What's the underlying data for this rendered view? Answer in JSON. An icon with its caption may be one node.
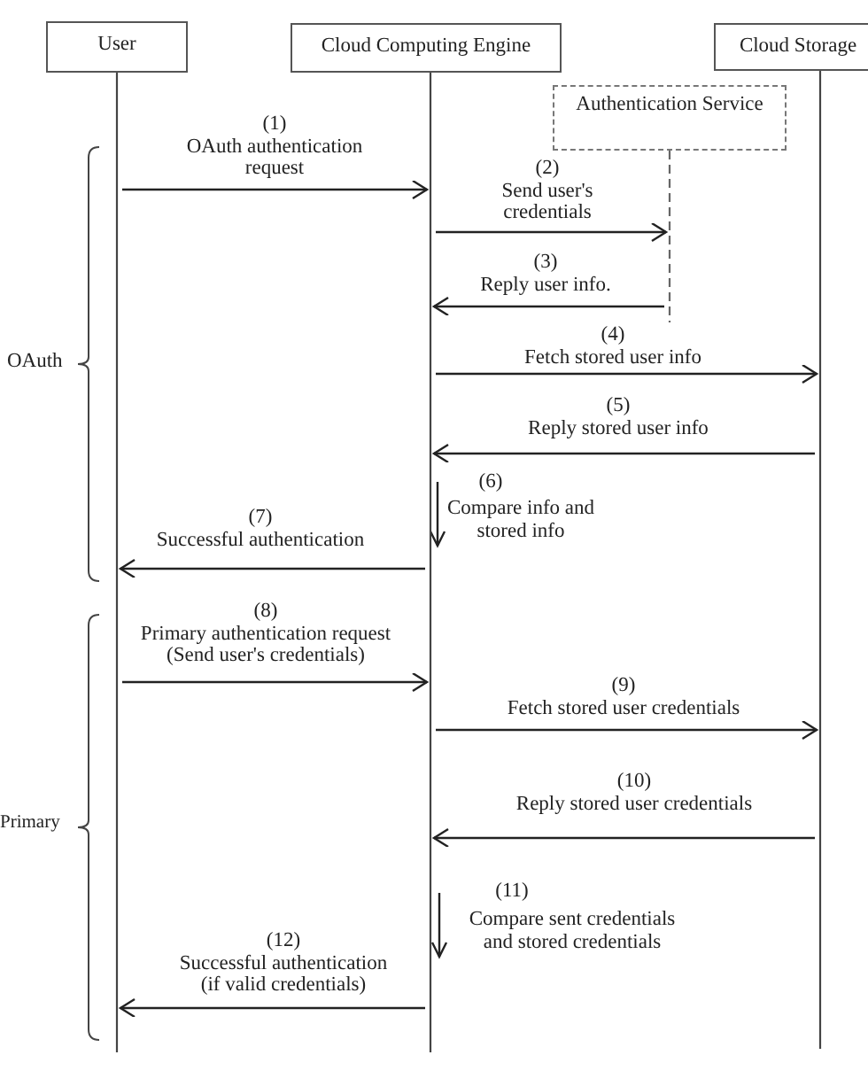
{
  "diagram": {
    "nodes": [
      {
        "text": [
          "User"
        ]
      },
      {
        "text": [
          "Cloud Computing Engine"
        ]
      },
      {
        "text": [
          "Cloud Storage"
        ]
      },
      {
        "text": [
          "Authentication Service"
        ]
      }
    ],
    "edges": [
      {
        "from": 0,
        "to": 1,
        "arrow": "to",
        "label": "(1) OAuth authentication request"
      },
      {
        "from": 1,
        "to": 3,
        "arrow": "to",
        "label": "(2) Send user's credentials"
      },
      {
        "from": 3,
        "to": 1,
        "arrow": "to",
        "label": "(3) Reply user info."
      },
      {
        "from": 1,
        "to": 2,
        "arrow": "to",
        "label": "(4) Fetch stored user info"
      },
      {
        "from": 2,
        "to": 1,
        "arrow": "to",
        "label": "(5) Reply stored user info"
      },
      {
        "from": 1,
        "to": 0,
        "arrow": "to",
        "label": "(7) Successful authentication"
      },
      {
        "from": 0,
        "to": 1,
        "arrow": "to",
        "label": "(8) Primary authentication request (Send user's credentials)"
      },
      {
        "from": 1,
        "to": 2,
        "arrow": "to",
        "label": "(9) Fetch stored user credentials"
      },
      {
        "from": 2,
        "to": 1,
        "arrow": "to",
        "label": "(10) Reply stored user credentials"
      },
      {
        "from": 1,
        "to": 0,
        "arrow": "to",
        "label": "(12) Successful authentication (if valid credentials)"
      }
    ],
    "labels": [
      "OAuth",
      "(6)",
      "Compare info and stored info",
      "Primary",
      "(11)",
      "Compare sent credentials and stored credentials"
    ]
  }
}
